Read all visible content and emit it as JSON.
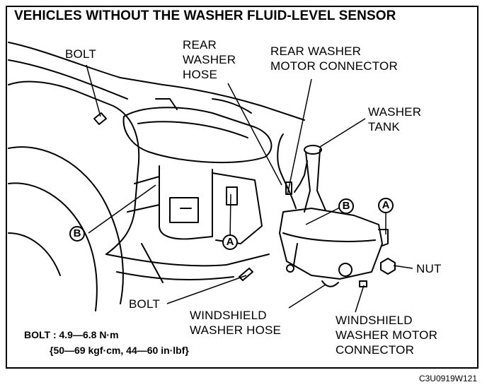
{
  "title": "VEHICLES WITHOUT THE WASHER FLUID-LEVEL SENSOR",
  "labels": {
    "bolt_top": "BOLT",
    "rear_washer_hose": [
      "REAR",
      "WASHER",
      "HOSE"
    ],
    "rear_washer_motor_connector": [
      "REAR WASHER",
      "MOTOR CONNECTOR"
    ],
    "washer_tank": [
      "WASHER",
      "TANK"
    ],
    "nut": "NUT",
    "bolt_bottom": "BOLT",
    "windshield_washer_hose": [
      "WINDSHIELD",
      "WASHER HOSE"
    ],
    "windshield_washer_motor_connector": [
      "WINDSHIELD",
      "WASHER MOTOR",
      "CONNECTOR"
    ]
  },
  "callouts": {
    "b_left": "B",
    "b_right": "B",
    "a_center": "A",
    "a_right": "A"
  },
  "spec": {
    "line1": "BOLT : 4.9—6.8 N·m",
    "line2": "{50—69 kgf·cm, 44—60 in·lbf}"
  },
  "figure_code": "C3U0919W121"
}
